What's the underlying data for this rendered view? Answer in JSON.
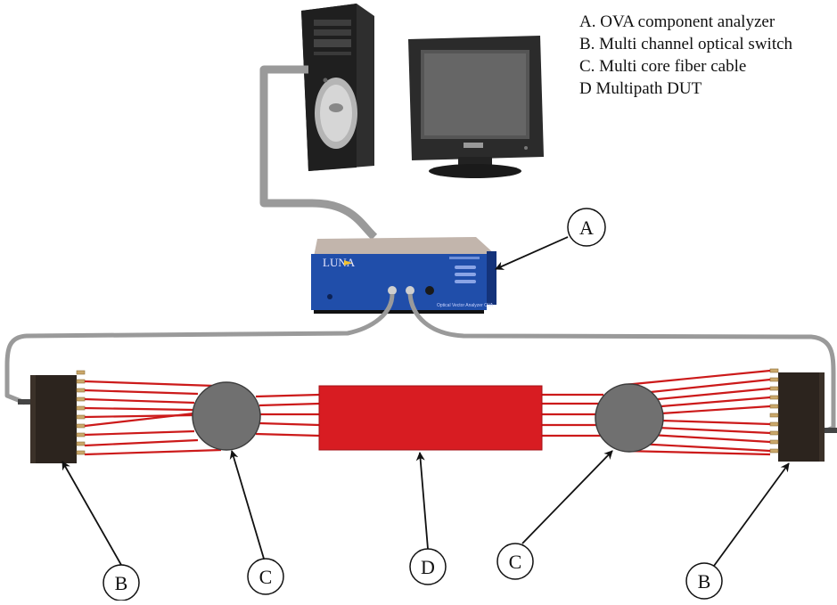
{
  "legend": {
    "items": [
      "A. OVA  component analyzer",
      "B. Multi channel optical switch",
      "C. Multi core fiber cable",
      "D Multipath DUT"
    ]
  },
  "device": {
    "brand": "LUNA",
    "model_text": "Optical Vector Analyzer OVA"
  },
  "callouts": {
    "a": "A",
    "b_left": "B",
    "c_left": "C",
    "d": "D",
    "c_right": "C",
    "b_right": "B"
  },
  "colors": {
    "fiber": "#cc1a1a",
    "dut": "#d81c22",
    "cable": "#8a8a8a",
    "bundle": "#707070",
    "switch_body": "#2a221c",
    "ova_body": "#1e4fa8",
    "computer": "#2b2b2b"
  }
}
